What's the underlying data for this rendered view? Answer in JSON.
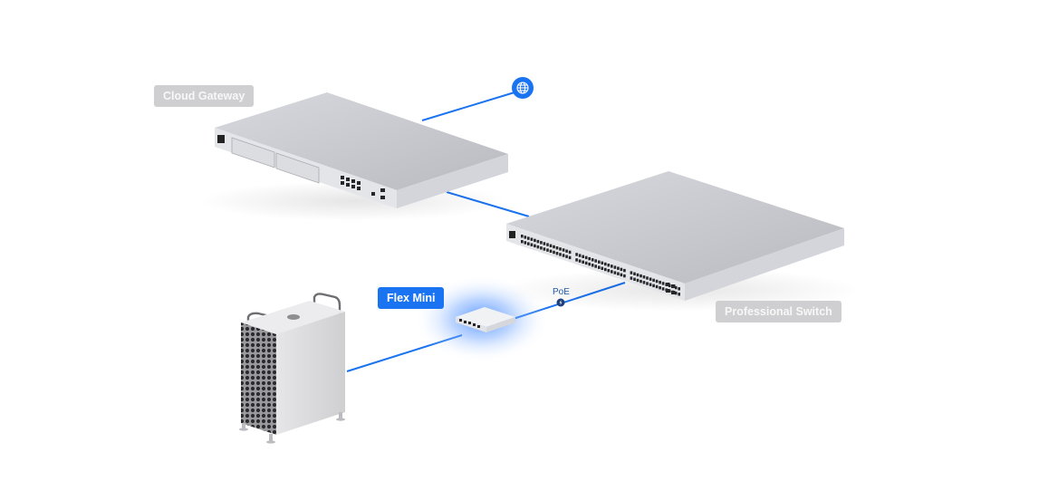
{
  "diagram": {
    "title": "Network topology",
    "nodes": {
      "internet": {
        "label": "",
        "icon": "globe-icon",
        "color": "#1a73f0"
      },
      "cloud_gateway": {
        "label": "Cloud Gateway",
        "style": "muted"
      },
      "professional_switch": {
        "label": "Professional Switch",
        "style": "muted"
      },
      "flex_mini": {
        "label": "Flex Mini",
        "style": "highlighted"
      },
      "workstation": {
        "label": "",
        "style": "device"
      }
    },
    "links": [
      {
        "from": "cloud_gateway",
        "to": "internet"
      },
      {
        "from": "cloud_gateway",
        "to": "professional_switch"
      },
      {
        "from": "professional_switch",
        "to": "flex_mini",
        "badge": "PoE"
      },
      {
        "from": "flex_mini",
        "to": "workstation"
      }
    ],
    "colors": {
      "link": "#1a73f0",
      "label_muted_bg": "#cfcfd1",
      "label_highlight_bg": "#1a73f0",
      "poe_badge": "#1d3f7a",
      "glow": "#4d8dff"
    }
  }
}
